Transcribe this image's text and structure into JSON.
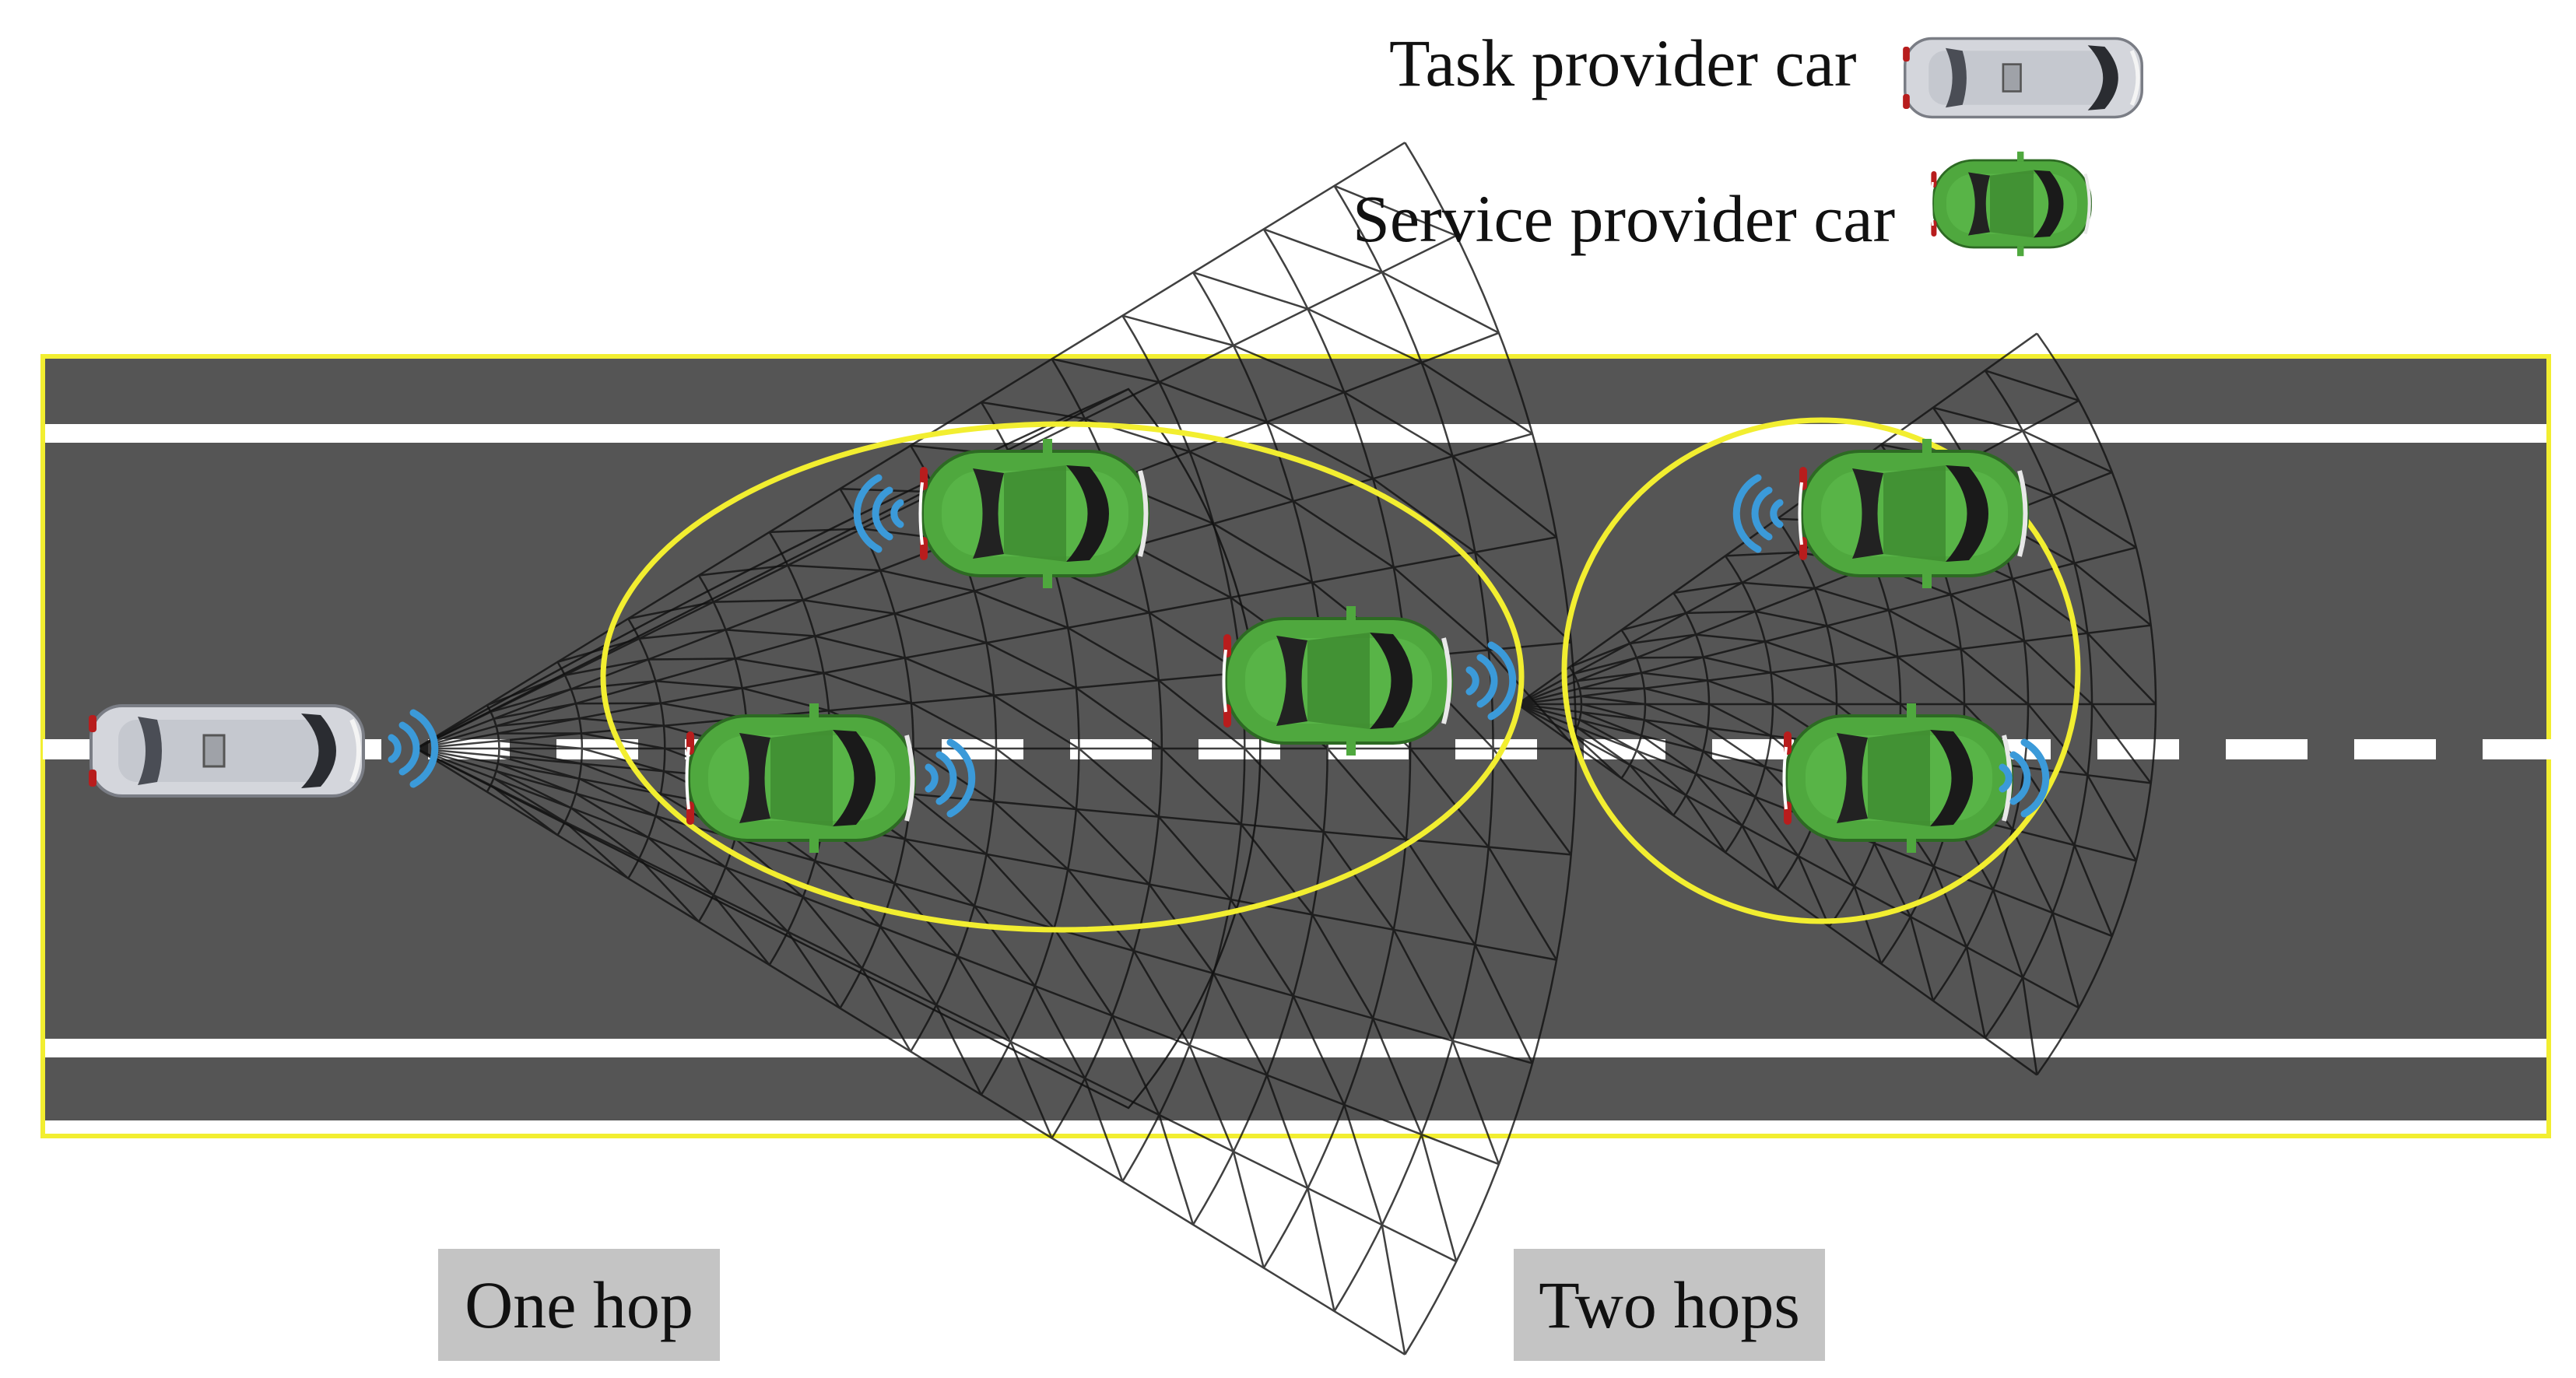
{
  "legend": {
    "task_provider_label": "Task provider car",
    "service_provider_label": "Service provider car"
  },
  "hops": {
    "one_hop_label": "One hop",
    "two_hops_label": "Two hops"
  },
  "colors": {
    "road": "#555555",
    "lane_marking": "#ffffff",
    "road_border": "#f2ee30",
    "coverage_ellipse": "#f2ee30",
    "mesh": "#111111",
    "signal": "#3b9ad9",
    "service_car": "#4fa83e",
    "task_car": "#d4d6dc",
    "label_box": "#c4c4c4"
  },
  "icons": {
    "task_car": "task-provider-car-icon",
    "service_car": "service-provider-car-icon",
    "signal": "wireless-signal-icon"
  }
}
